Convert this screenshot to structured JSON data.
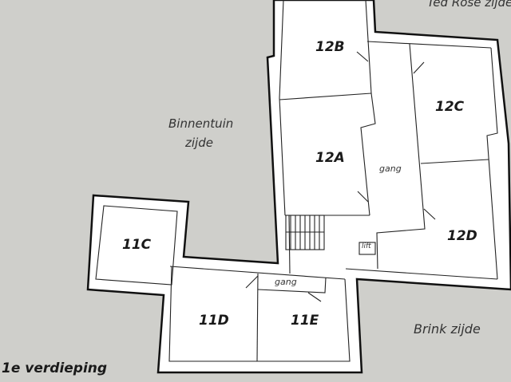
{
  "floor_title": "1e verdieping",
  "sides": {
    "top_right": "Ted Rose zijde",
    "courtyard": "Binnentuin zijde",
    "courtyard_line1": "Binnentuin",
    "courtyard_line2": "zijde",
    "bottom_right": "Brink zijde"
  },
  "rooms": {
    "r12B": "12B",
    "r12A": "12A",
    "r12C": "12C",
    "r12D": "12D",
    "r11C": "11C",
    "r11D": "11D",
    "r11E": "11E"
  },
  "corridors": {
    "upper": "gang",
    "lower": "gang"
  },
  "lift": "lift",
  "colors": {
    "background": "#cfcfcb",
    "building": "#ffffff",
    "walls": "#111111"
  }
}
